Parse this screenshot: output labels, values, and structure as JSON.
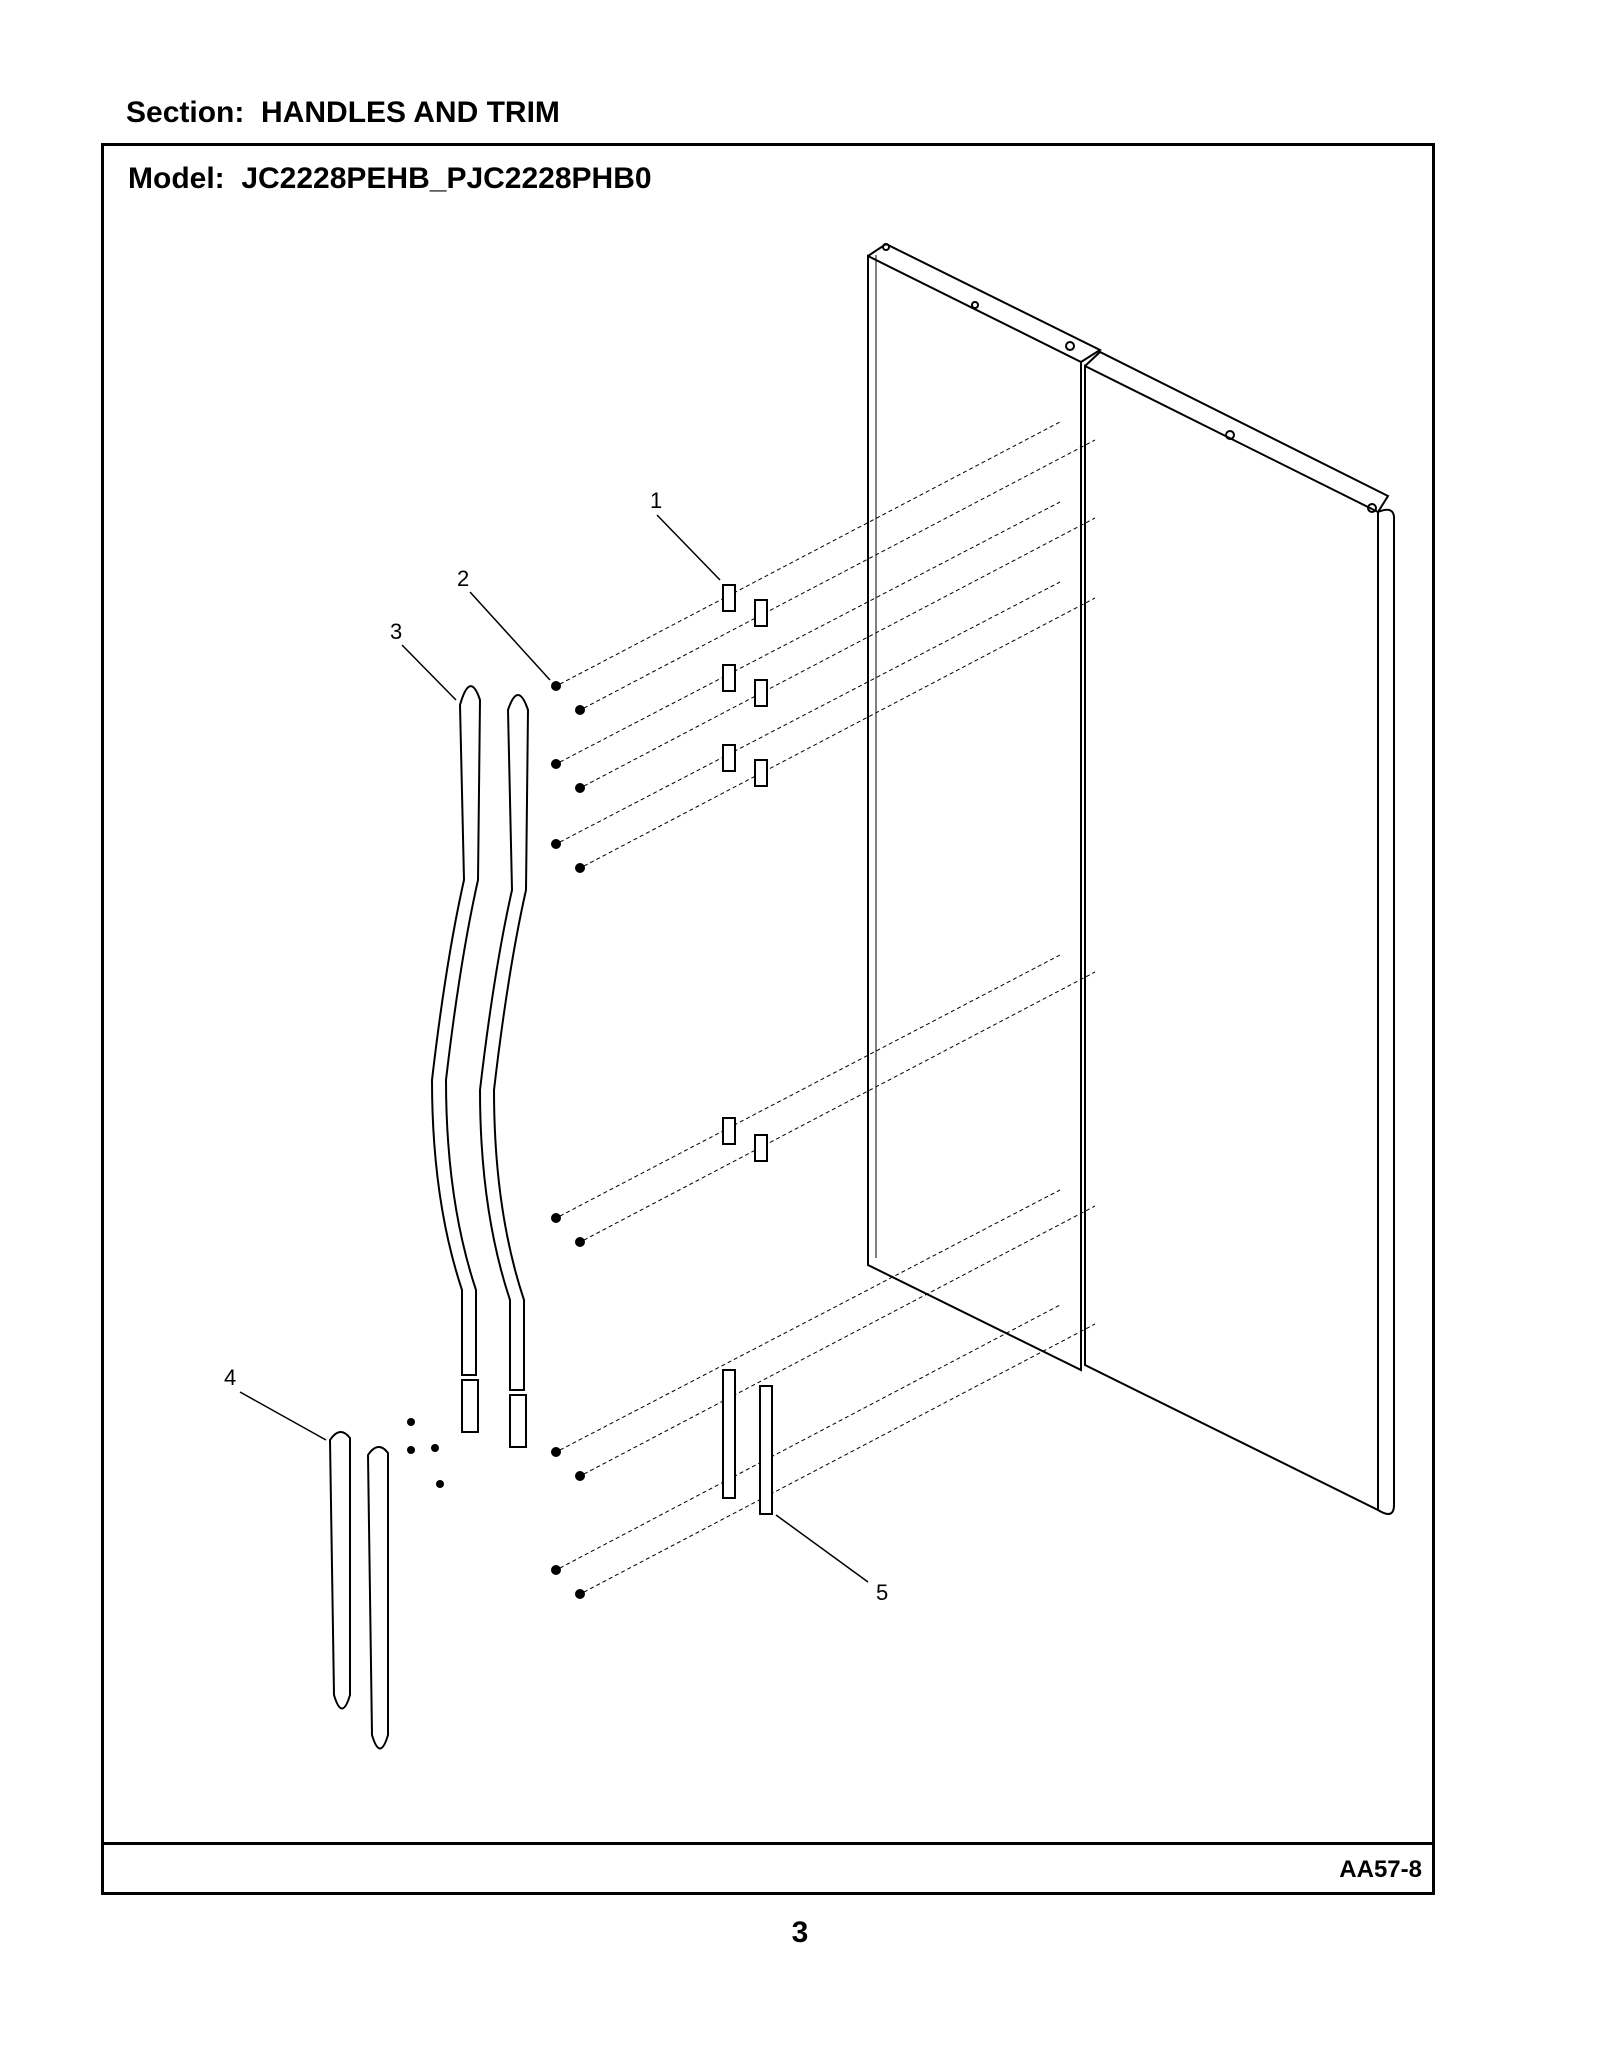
{
  "section": {
    "label": "Section:",
    "name": "HANDLES AND TRIM"
  },
  "model": {
    "label": "Model:",
    "name": "JC2228PEHB_PJC2228PHB0"
  },
  "callouts": [
    "1",
    "2",
    "3",
    "4",
    "5"
  ],
  "diagram_code": "AA57-8",
  "page_number": "3"
}
